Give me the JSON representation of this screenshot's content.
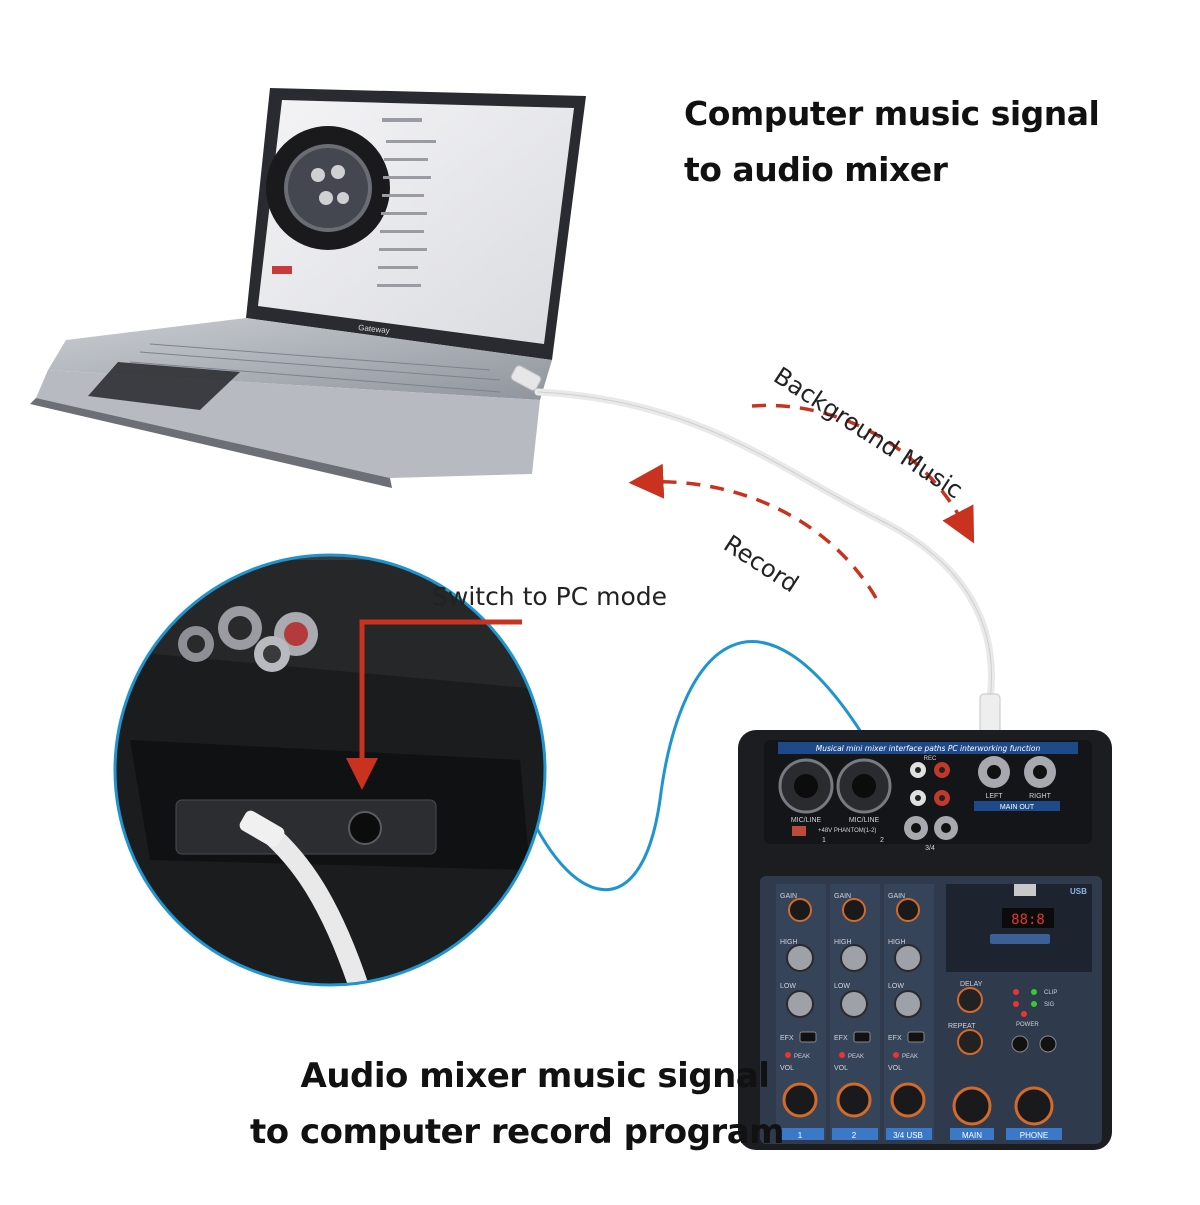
{
  "headlines": {
    "top_line1": "Computer music signal",
    "top_line2": "to audio mixer",
    "bottom_line1": "Audio mixer music signal",
    "bottom_line2": "to computer record program"
  },
  "arrows": {
    "background_music": "Background Music",
    "record": "Record"
  },
  "callout": {
    "switch_label": "Switch to PC mode"
  },
  "laptop": {
    "brand": "Gateway"
  },
  "mixer": {
    "banner": "Musical mini mixer interface paths PC interworking function",
    "mic_line_1": "MIC/LINE",
    "mic_line_2": "MIC/LINE",
    "phantom": "+48V PHANTOM(1-2)",
    "ch1": "1",
    "ch2": "2",
    "ch34_top": "3/4",
    "rec": "REC",
    "left": "LEFT",
    "right": "RIGHT",
    "main_out": "MAIN OUT",
    "usb": "USB",
    "gain": "GAIN",
    "high": "HIGH",
    "low": "LOW",
    "efx": "EFX",
    "peak": "PEAK",
    "vol": "VOL",
    "delay": "DELAY",
    "repeat": "REPEAT",
    "clip": "CLIP",
    "sig": "SIG",
    "power": "POWER",
    "strip1": "1",
    "strip2": "2",
    "strip34": "3/4 USB",
    "main": "MAIN",
    "phone": "PHONE",
    "display": "88:8"
  },
  "colors": {
    "arrow_red": "#c8321e",
    "cable_blue": "#1f95d0",
    "mixer_body": "#1c1d21",
    "mixer_panel": "#2f3a4d",
    "mixer_accent": "#3c78c8"
  }
}
